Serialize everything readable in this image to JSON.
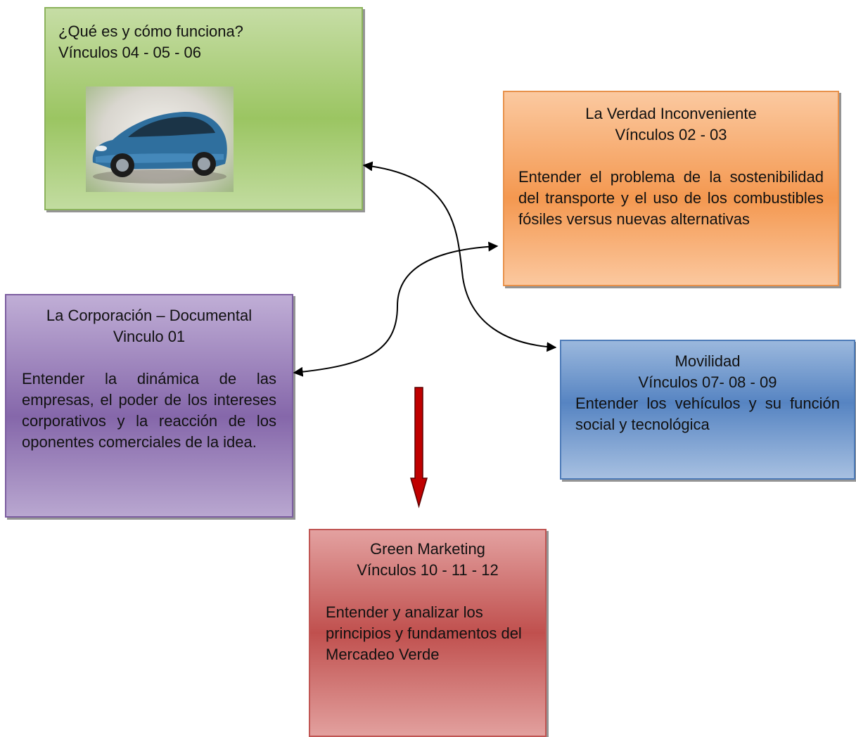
{
  "nodes": {
    "green": {
      "title_line1": "¿Qué es y cómo funciona?",
      "title_line2": "Vínculos 04 - 05 - 06",
      "image": "car-photo",
      "color": "#9bbb59"
    },
    "orange": {
      "title_line1": "La Verdad Inconveniente",
      "title_line2": "Vínculos 02 - 03",
      "description": "Entender el problema de la sostenibilidad del transporte y el uso de los combustibles fósiles versus nuevas alternativas",
      "color": "#f79646"
    },
    "purple": {
      "title_line1": "La Corporación – Documental",
      "title_line2": "Vinculo 01",
      "description": "Entender la dinámica de las empresas, el poder de los intereses corporativos y la reacción de los oponentes comerciales de la idea.",
      "color": "#8064a2"
    },
    "blue": {
      "title_line1": "Movilidad",
      "title_line2": "Vínculos 07- 08 - 09",
      "description": "Entender los vehículos y su función social y tecnológica",
      "color": "#4f81bd"
    },
    "red": {
      "title_line1": "Green Marketing",
      "title_line2": "Vínculos 10 - 11 - 12",
      "description": "Entender y analizar los principios y fundamentos del Mercadeo Verde",
      "color": "#c0504d"
    }
  },
  "edges": [
    {
      "from": "green",
      "to": "blue",
      "type": "double-arrow-curve"
    },
    {
      "from": "purple",
      "to": "orange",
      "type": "double-arrow-curve"
    },
    {
      "from": "center",
      "to": "red",
      "type": "block-arrow",
      "color": "#c00000"
    }
  ]
}
